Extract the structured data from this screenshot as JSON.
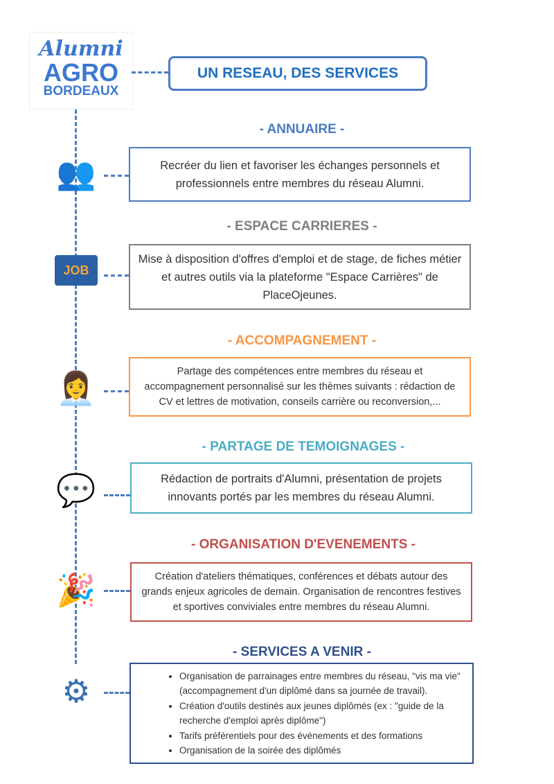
{
  "logo": {
    "line1": "Alumni",
    "line2": "AGRO",
    "line3": "BORDEAUX"
  },
  "title": "UN RESEAU, DES SERVICES",
  "colors": {
    "annuaire": "#4a7cc0",
    "espace": "#7f7f7f",
    "accompagnement": "#f79646",
    "partage": "#4bacc6",
    "evenements": "#c0504d",
    "venir": "#2f4f8f"
  },
  "sections": [
    {
      "heading": "- ANNUAIRE -",
      "text": "Recréer du lien et favoriser les échanges personnels et professionnels entre membres du réseau Alumni.",
      "icon": "people-group-icon"
    },
    {
      "heading": "- ESPACE CARRIERES -",
      "text": "Mise à disposition d'offres d'emploi et de stage, de fiches métier et autres outils via la plateforme \"Espace Carrières\" de PlaceOjeunes.",
      "icon": "job-monitor-icon"
    },
    {
      "heading": "- ACCOMPAGNEMENT -",
      "text": "Partage des compétences entre membres du réseau et accompagnement personnalisé sur les thèmes suivants : rédaction de CV et lettres de motivation, conseils carrière ou reconversion,...",
      "icon": "person-growth-icon"
    },
    {
      "heading": "- PARTAGE DE TEMOIGNAGES -",
      "text": "Rédaction de portraits d'Alumni, présentation de projets innovants portés par les membres du réseau Alumni.",
      "icon": "chat-people-icon"
    },
    {
      "heading": "- ORGANISATION D'EVENEMENTS -",
      "text": "Création d'ateliers thématiques, conférences et débats autour des grands enjeux agricoles de demain. Organisation de rencontres festives et sportives conviviales entre membres du réseau Alumni.",
      "icon": "bunting-flags-icon"
    },
    {
      "heading": "- SERVICES A VENIR -",
      "items": [
        "Organisation de parrainages entre membres du réseau, \"vis ma vie\" (accompagnement d'un diplômé dans sa journée de travail).",
        "Création d'outils destinés aux jeunes diplômés (ex : \"guide de la recherche d'emploi après diplôme\")",
        "Tarifs préférentiels pour des évènements et des formations",
        "Organisation de la soirée des diplômés"
      ],
      "icon": "gears-icon"
    }
  ]
}
